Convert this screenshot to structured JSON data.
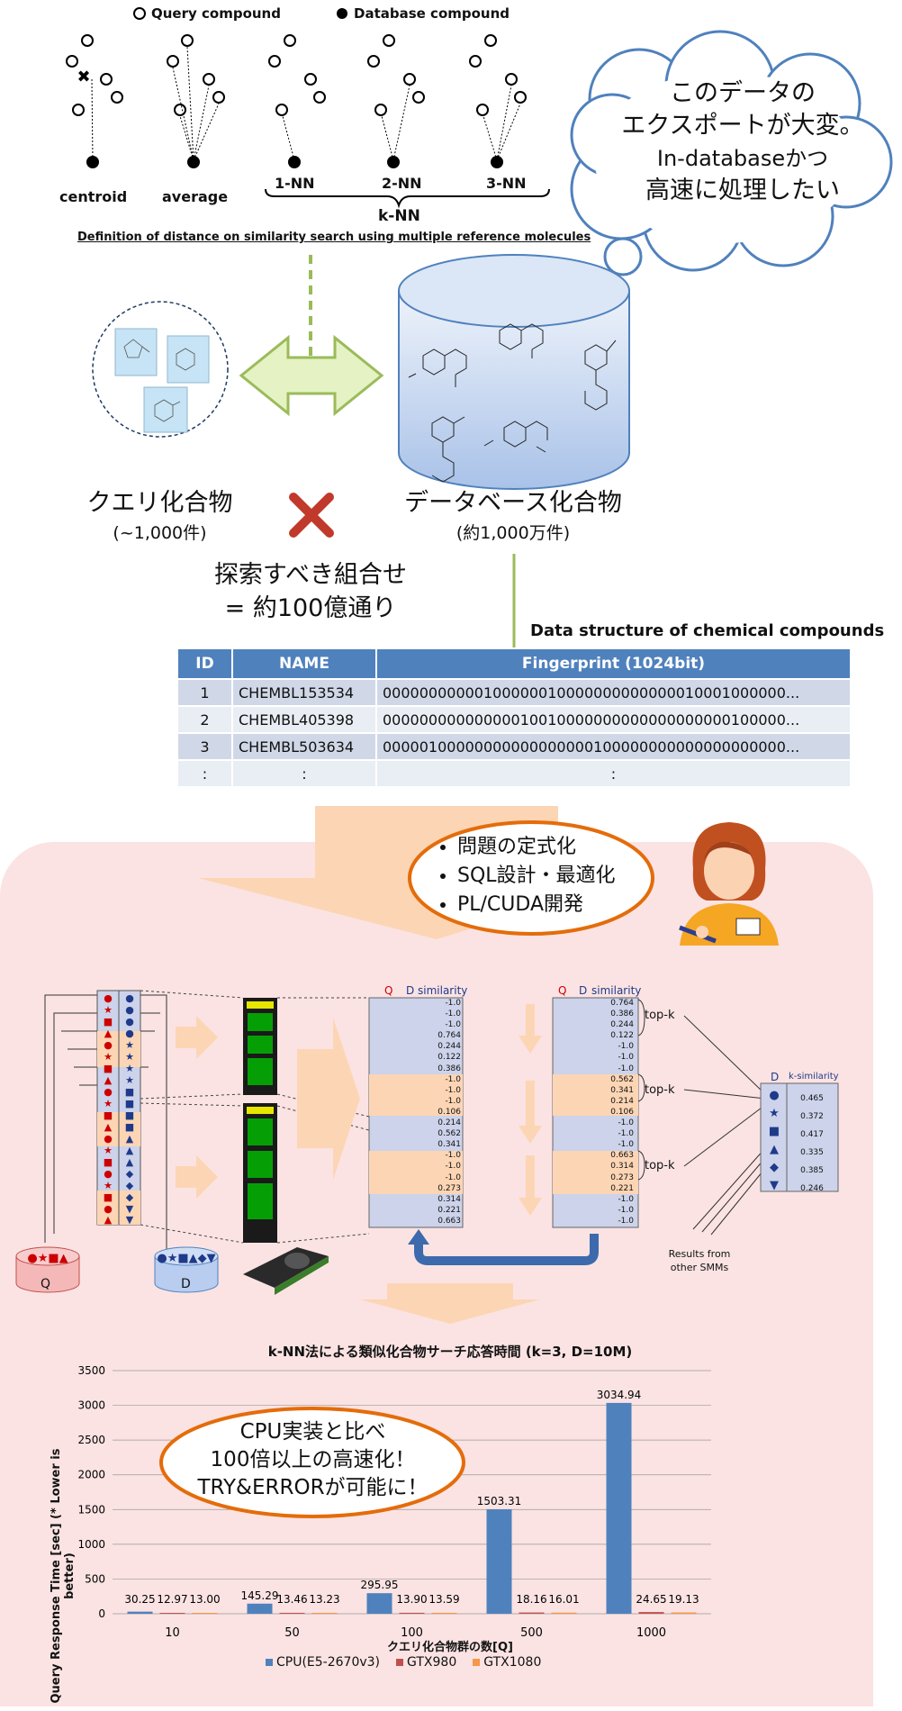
{
  "top_diagram": {
    "legend_query": "Query compound",
    "legend_database": "Database compound",
    "labels": [
      "centroid",
      "average",
      "1-NN",
      "2-NN",
      "3-NN"
    ],
    "knn_label": "k-NN",
    "caption": "Definition of distance on similarity search using multiple reference molecules"
  },
  "cloud": {
    "lines": [
      "このデータの",
      "エクスポートが大変。",
      "In-databaseかつ",
      "高速に処理したい"
    ]
  },
  "query_side": {
    "title": "クエリ化合物",
    "count": "(~1,000件)"
  },
  "db_side": {
    "title": "データベース化合物",
    "count": "(約1,000万件)"
  },
  "combo": {
    "line1": "探索すべき組合せ",
    "line2": "= 約100億通り"
  },
  "table": {
    "caption": "Data structure of chemical compounds",
    "headers": [
      "ID",
      "NAME",
      "Fingerprint (1024bit)"
    ],
    "rows": [
      [
        "1",
        "CHEMBL153534",
        "00000000000100000010000000000000010001000000..."
      ],
      [
        "2",
        "CHEMBL405398",
        "00000000000000010010000000000000000000100000..."
      ],
      [
        "3",
        "CHEMBL503634",
        "00000100000000000000000100000000000000000000..."
      ],
      [
        ":",
        ":",
        ":"
      ]
    ]
  },
  "tasks": [
    "問題の定式化",
    "SQL設計・最適化",
    "PL/CUDA開発"
  ],
  "pipeline": {
    "q_label": "Q",
    "d_label": "D",
    "sim_label": "similarity",
    "q_db_label": "Q",
    "d_db_label": "D",
    "topk_label": "top-k",
    "result_d": "D",
    "result_ksim": "k-similarity",
    "results_note": "Results from other SMMs",
    "col1_values": [
      "-1.0",
      "-1.0",
      "-1.0",
      "0.764",
      "0.244",
      "0.122",
      "0.386",
      "-1.0",
      "-1.0",
      "-1.0",
      "0.106",
      "0.214",
      "0.562",
      "0.341",
      "-1.0",
      "-1.0",
      "-1.0",
      "0.273",
      "0.314",
      "0.221",
      "0.663"
    ],
    "col2_values": [
      "0.764",
      "0.386",
      "0.244",
      "0.122",
      "-1.0",
      "-1.0",
      "-1.0",
      "0.562",
      "0.341",
      "0.214",
      "0.106",
      "-1.0",
      "-1.0",
      "-1.0",
      "0.663",
      "0.314",
      "0.273",
      "0.221",
      "-1.0",
      "-1.0",
      "-1.0"
    ],
    "result_values": [
      "0.465",
      "0.372",
      "0.417",
      "0.335",
      "0.385",
      "0.246"
    ]
  },
  "callout": {
    "lines": [
      "CPU実装と比べ",
      "100倍以上の高速化！",
      "TRY&ERRORが可能に！"
    ]
  },
  "chart_data": {
    "type": "bar",
    "title": "k-NN法による類似化合物サーチ応答時間 (k=3, D=10M)",
    "xlabel": "クエリ化合物群の数[Q]",
    "ylabel": "Query Response Time [sec] (* Lower is better)",
    "categories": [
      "10",
      "50",
      "100",
      "500",
      "1000"
    ],
    "ylim": [
      0,
      3500
    ],
    "yticks": [
      "0",
      "500",
      "1000",
      "1500",
      "2000",
      "2500",
      "3000",
      "3500"
    ],
    "series": [
      {
        "name": "CPU(E5-2670v3)",
        "color": "#4f81bd",
        "values": [
          30.25,
          145.29,
          295.95,
          1503.31,
          3034.94
        ],
        "labels": [
          "30.25",
          "145.29",
          "295.95",
          "1503.31",
          "3034.94"
        ]
      },
      {
        "name": "GTX980",
        "color": "#c0504d",
        "values": [
          12.97,
          13.46,
          13.9,
          18.16,
          24.65
        ],
        "labels": [
          "12.97",
          "13.46",
          "13.90",
          "18.16",
          "24.65"
        ]
      },
      {
        "name": "GTX1080",
        "color": "#f79646",
        "values": [
          13.0,
          13.23,
          13.59,
          16.01,
          19.13
        ],
        "labels": [
          "13.00",
          "13.23",
          "13.59",
          "16.01",
          "19.13"
        ]
      }
    ],
    "grid": true,
    "legend": "bottom"
  }
}
